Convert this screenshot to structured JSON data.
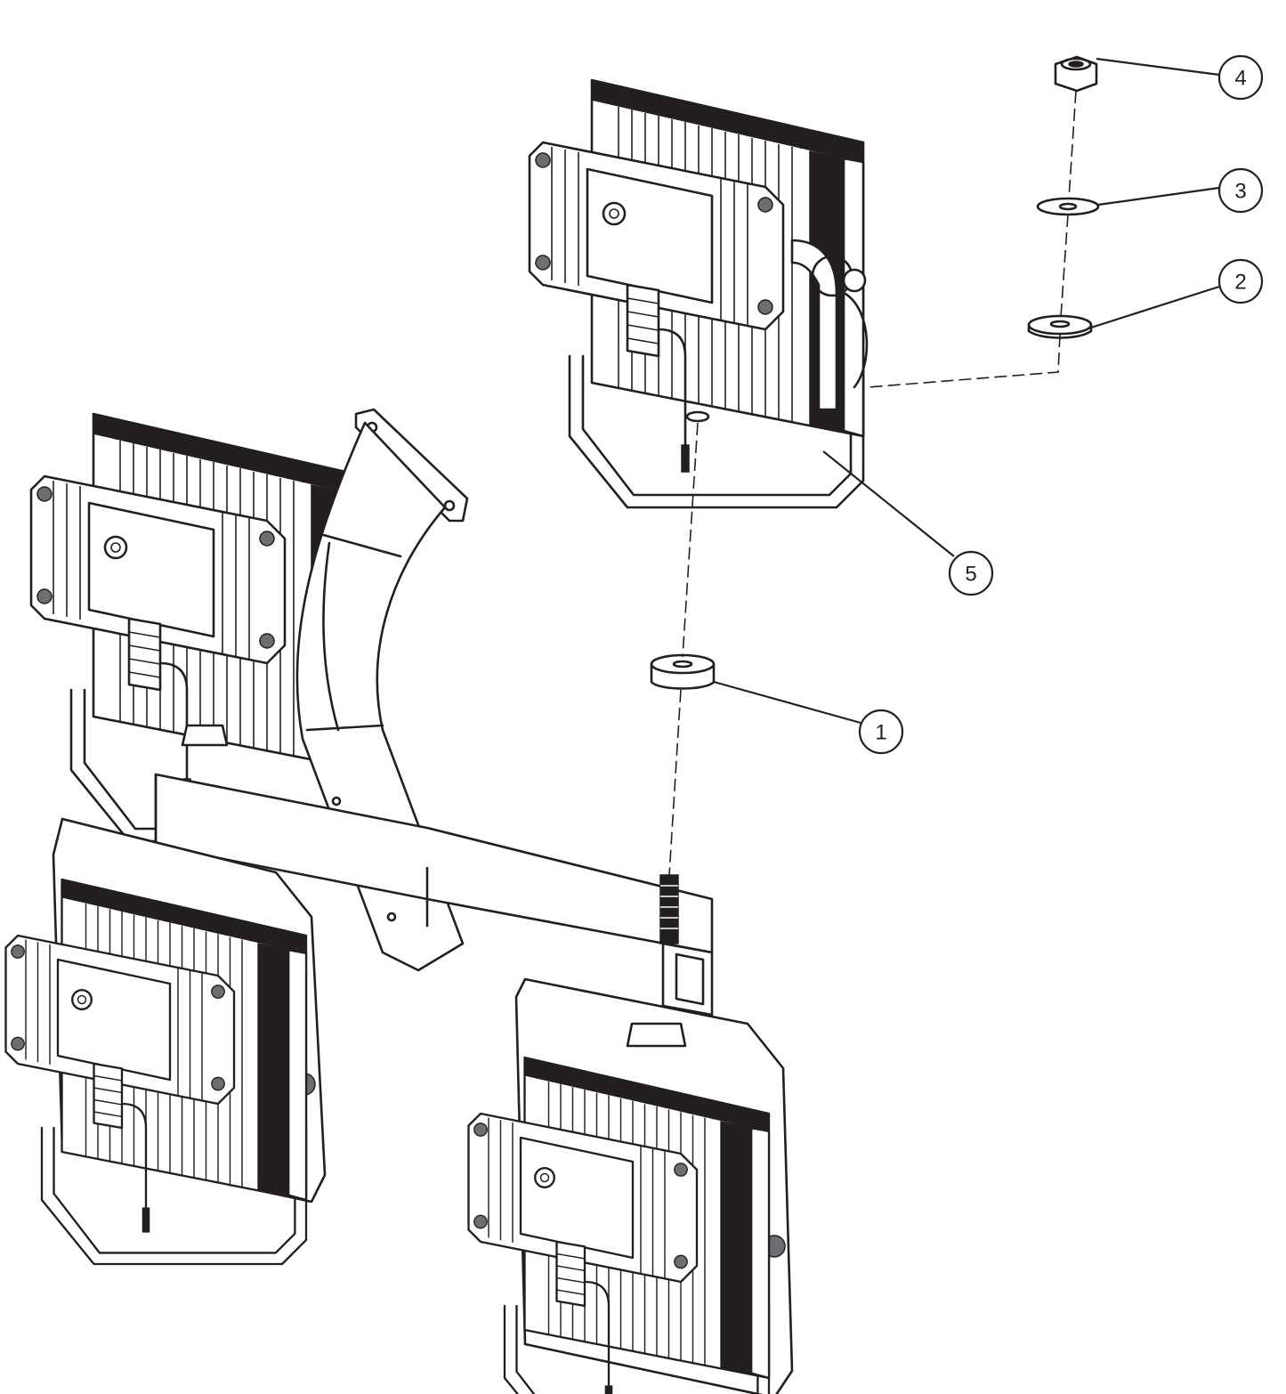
{
  "callouts": [
    {
      "id": "4",
      "label": "4"
    },
    {
      "id": "3",
      "label": "3"
    },
    {
      "id": "2",
      "label": "2"
    },
    {
      "id": "5",
      "label": "5"
    },
    {
      "id": "1",
      "label": "1"
    }
  ],
  "colors": {
    "line": "#231f20",
    "background": "#ffffff",
    "shade": "#6d6e71"
  }
}
